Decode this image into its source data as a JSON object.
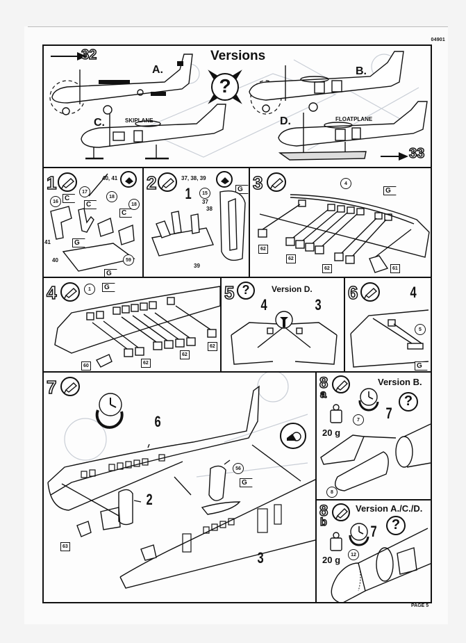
{
  "document": {
    "catalog_number": "04901",
    "page_label": "PAGE 5"
  },
  "versions_panel": {
    "title": "Versions",
    "arrow_prev_step": "32",
    "arrow_next_step": "33",
    "question_icon": "question-mark",
    "aircraft": [
      {
        "letter": "A.",
        "subtitle": ""
      },
      {
        "letter": "B.",
        "subtitle": ""
      },
      {
        "letter": "C.",
        "subtitle": "SKIPLANE"
      },
      {
        "letter": "D.",
        "subtitle": "FLOATPLANE"
      }
    ]
  },
  "steps": [
    {
      "number": "1",
      "icons": [
        "glue-tube",
        "paint-detail"
      ],
      "parts": [
        "40, 41",
        "17",
        "16",
        "18",
        "18",
        "41",
        "40",
        "59"
      ],
      "sprue_flags": [
        "C",
        "C",
        "C",
        "G",
        "G"
      ]
    },
    {
      "number": "2",
      "icons": [
        "glue-tube",
        "paint-detail"
      ],
      "parts": [
        "37, 38, 39",
        "15",
        "37",
        "38",
        "39"
      ],
      "assembly_ref": "1",
      "sprue_flags": [
        "G"
      ]
    },
    {
      "number": "3",
      "icons": [
        "glue-tube"
      ],
      "parts": [
        "4",
        "62",
        "62",
        "62",
        "61"
      ],
      "sprue_flags": [
        "G"
      ]
    },
    {
      "number": "4",
      "icons": [
        "glue-tube"
      ],
      "parts": [
        "1",
        "62",
        "62",
        "62",
        "60"
      ],
      "sprue_flags": [
        "G"
      ]
    },
    {
      "number": "5",
      "icons": [
        "question-mark"
      ],
      "title": "Version D.",
      "assembly_refs": [
        "4",
        "3"
      ]
    },
    {
      "number": "6",
      "icons": [
        "glue-tube"
      ],
      "parts": [
        "5"
      ],
      "assembly_ref": "4",
      "sprue_flags": [
        "G"
      ]
    },
    {
      "number": "7",
      "icons": [
        "glue-tube",
        "clock-wait",
        "tape"
      ],
      "parts": [
        "56",
        "63"
      ],
      "assembly_refs": [
        "6",
        "2",
        "3"
      ],
      "sprue_flags": [
        "G"
      ]
    },
    {
      "number": "8",
      "sub": "a",
      "icons": [
        "glue-tube",
        "clock-wait",
        "weight",
        "question-mark"
      ],
      "title": "Version B.",
      "weight": "20 g",
      "parts": [
        "7",
        "8"
      ],
      "assembly_ref": "7"
    },
    {
      "number": "8",
      "sub": "b",
      "icons": [
        "glue-tube",
        "clock-wait",
        "weight",
        "question-mark"
      ],
      "title": "Version A./C./D.",
      "weight": "20 g",
      "parts": [
        "12"
      ],
      "assembly_ref": "7"
    }
  ]
}
